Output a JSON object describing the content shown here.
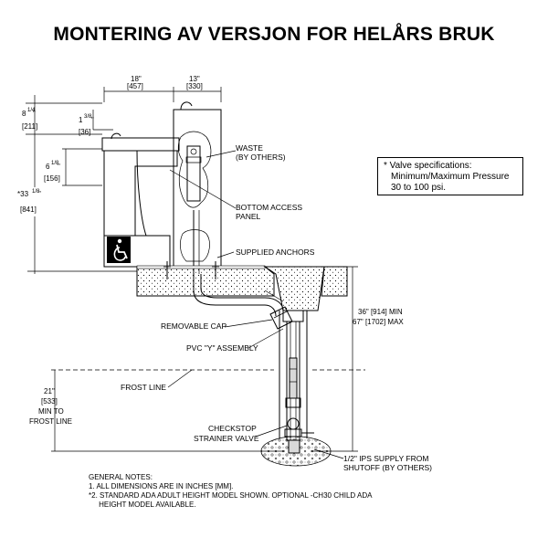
{
  "title": "MONTERING AV VERSJON FOR HELÅRS BRUK",
  "valve_spec": {
    "line1": "* Valve specifications:",
    "line2": "Minimum/Maximum Pressure",
    "line3": "30 to 100 psi."
  },
  "dimensions": {
    "width_18": "18\"",
    "width_18_mm": "[457]",
    "width_13": "13\"",
    "width_13_mm": "[330]",
    "h_8": "8",
    "h_8_frac": "1/4",
    "h_8_unit": "\"",
    "h_8_mm": "[211]",
    "h_1": "1",
    "h_1_frac": "3/8",
    "h_1_unit": "\"",
    "h_1_mm": "[36]",
    "h_6": "6",
    "h_6_frac": "1/8",
    "h_6_unit": "\"",
    "h_6_mm": "[156]",
    "h_33": "*33",
    "h_33_frac": "1/8",
    "h_33_unit": "\"",
    "h_33_mm": "[841]",
    "depth_36": "36\" [914] MIN",
    "depth_67": "67\" [1702] MAX",
    "frost_21": "21\"",
    "frost_21_mm": "[533]",
    "frost_min": "MIN TO",
    "frost_line": "FROST LINE"
  },
  "labels": {
    "waste_1": "WASTE",
    "waste_2": "(BY OTHERS)",
    "access_1": "BOTTOM ACCESS",
    "access_2": "PANEL",
    "anchors": "SUPPLIED ANCHORS",
    "cap": "REMOVABLE CAP",
    "pvc": "PVC \"Y\" ASSEMBLY",
    "frost": "FROST LINE",
    "checkstop_1": "CHECKSTOP",
    "checkstop_2": "STRAINER VALVE",
    "supply_1": "1/2\" IPS SUPPLY FROM",
    "supply_2": "SHUTOFF (BY OTHERS)"
  },
  "notes": {
    "heading": "GENERAL NOTES:",
    "n1": "1. ALL DIMENSIONS ARE IN INCHES [MM].",
    "n2a": "*2. STANDARD ADA ADULT HEIGHT MODEL SHOWN. OPTIONAL -CH30 CHILD ADA",
    "n2b": "     HEIGHT MODEL AVAILABLE."
  },
  "icons": {
    "accessibility": "wheelchair-icon"
  }
}
